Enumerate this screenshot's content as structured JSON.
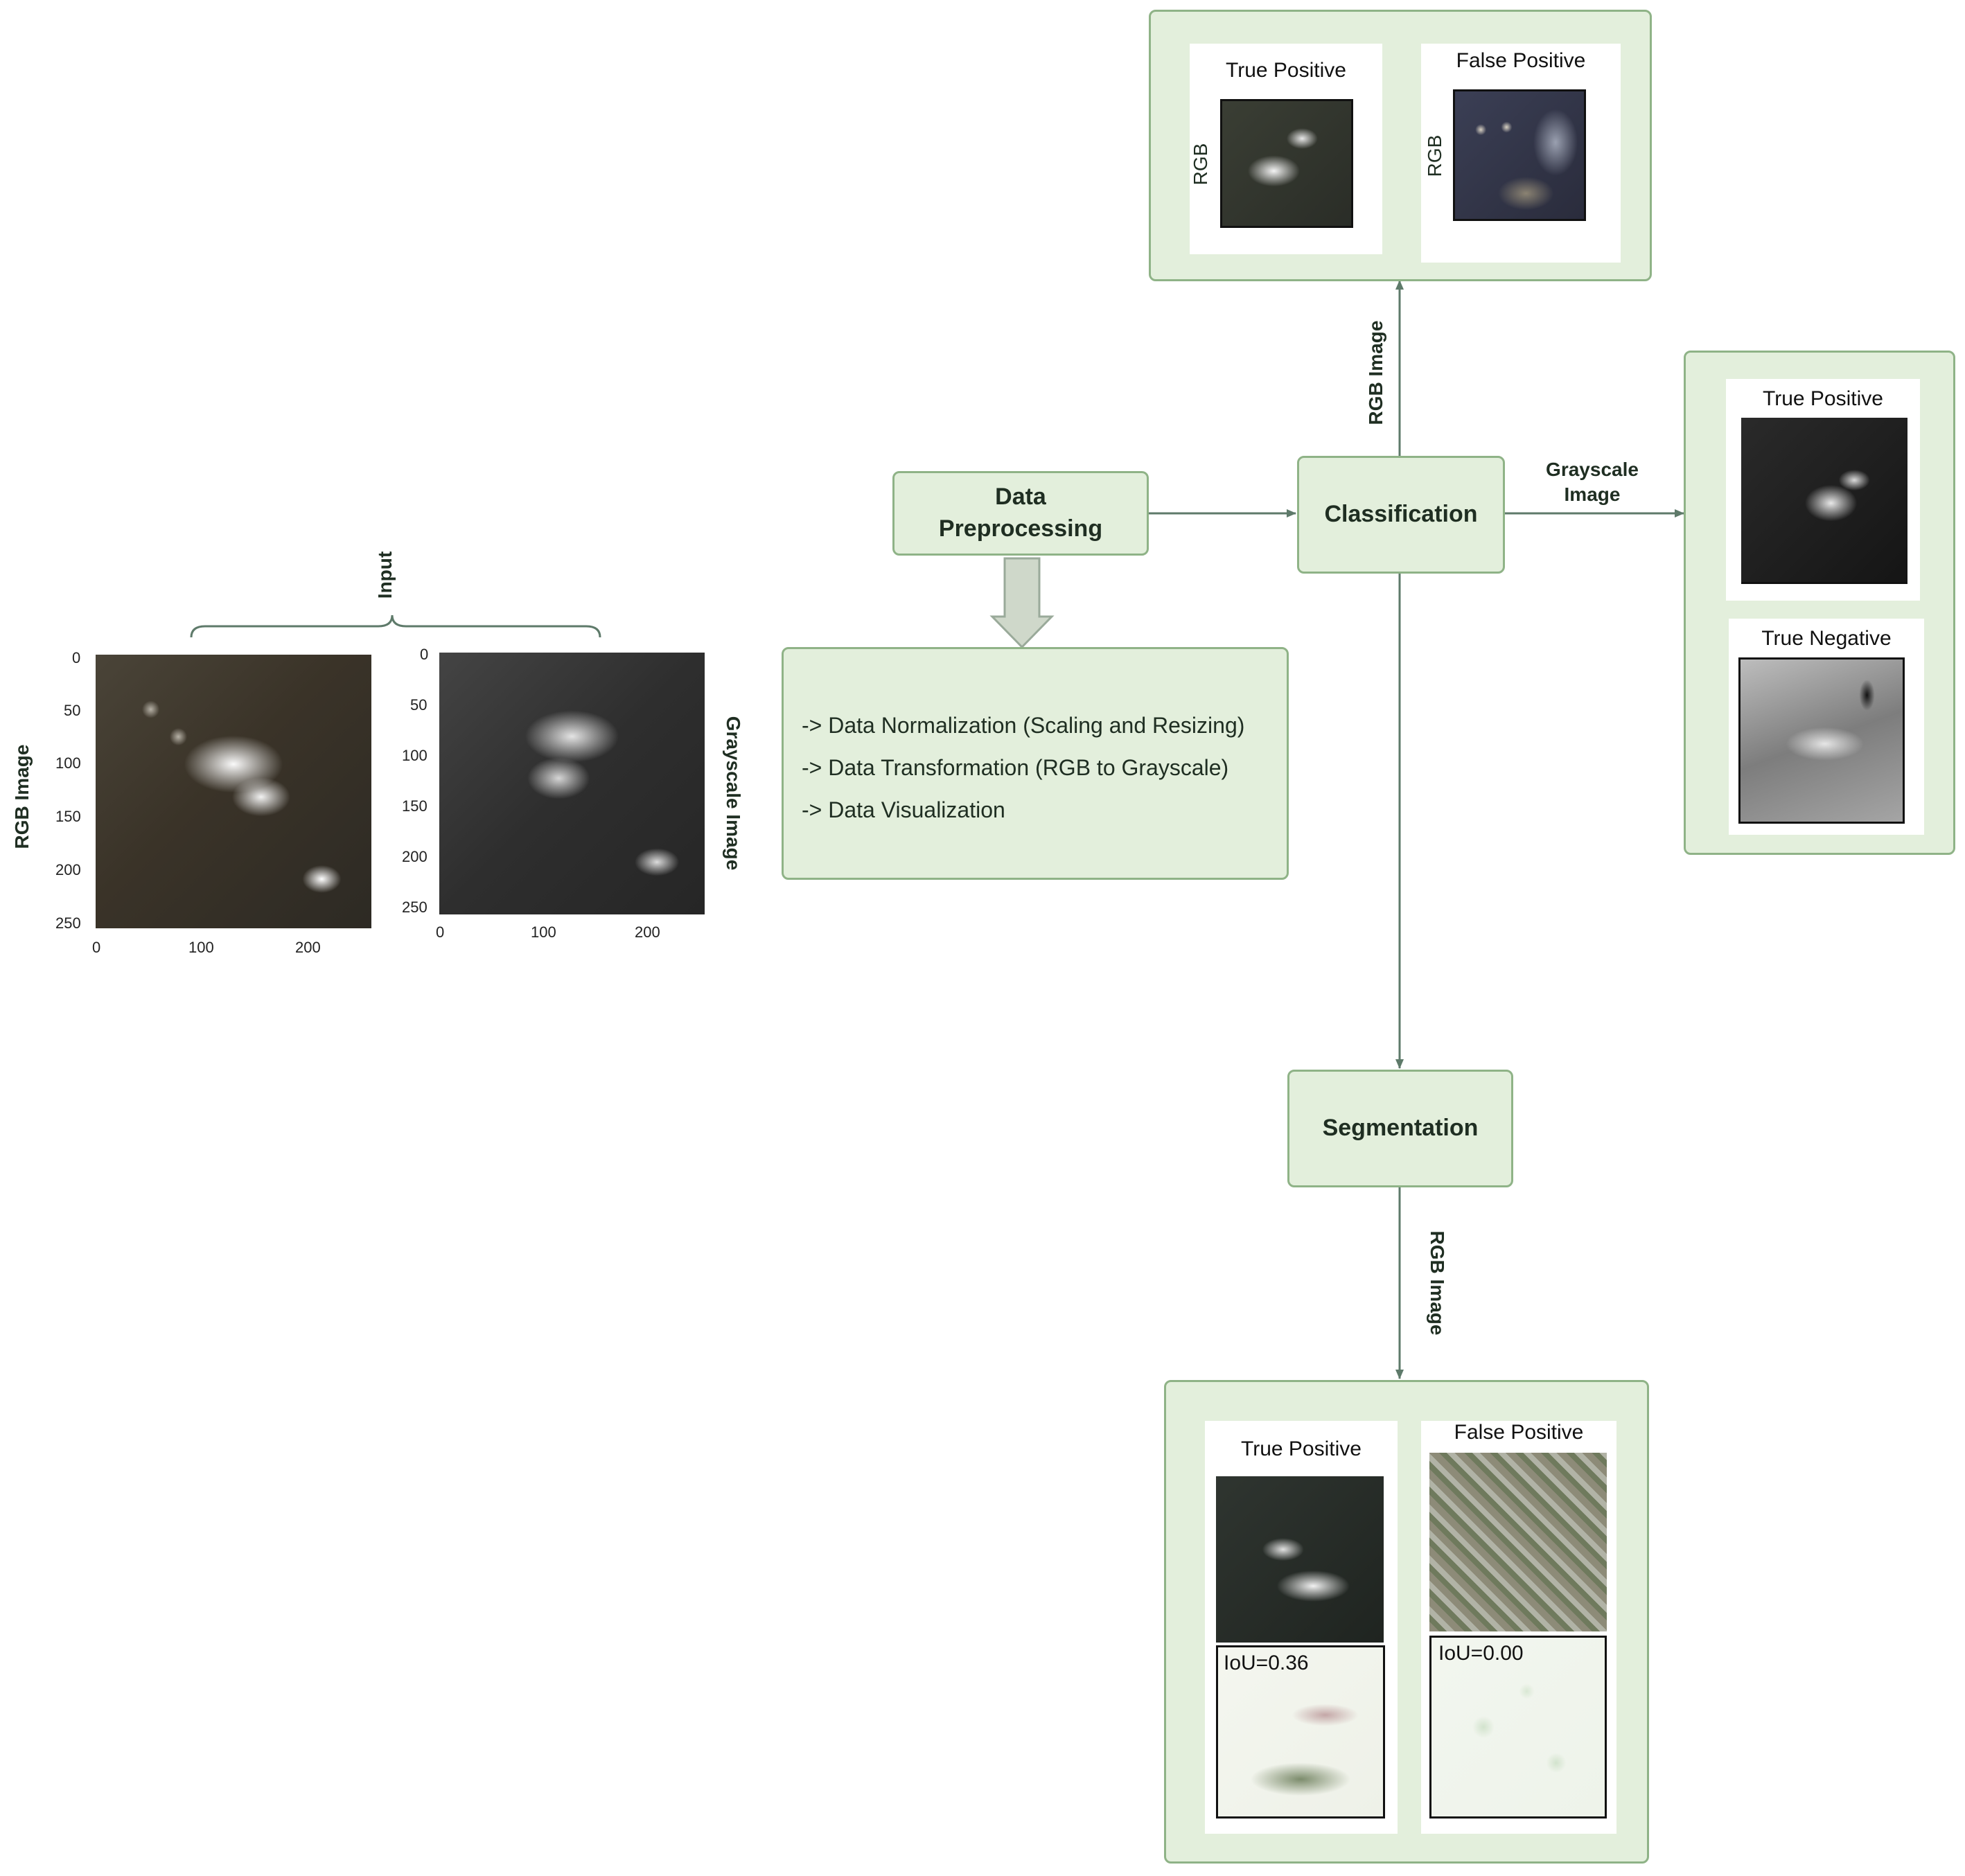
{
  "colors": {
    "box_fill": "#e3efdc",
    "box_border": "#8fb387",
    "arrow": "#5e7a6a"
  },
  "input": {
    "label": "Input",
    "rgb_axis_label": "RGB Image",
    "gray_axis_label": "Grayscale Image",
    "y_ticks": [
      "0",
      "50",
      "100",
      "150",
      "200",
      "250"
    ],
    "x_ticks": [
      "0",
      "100",
      "200"
    ]
  },
  "preprocessing": {
    "title_line1": "Data",
    "title_line2": "Preprocessing",
    "steps": [
      "-> Data Normalization (Scaling and Resizing)",
      "-> Data Transformation (RGB to Grayscale)",
      "-> Data Visualization"
    ]
  },
  "classification": {
    "title": "Classification"
  },
  "segmentation": {
    "title": "Segmentation"
  },
  "edges": {
    "class_to_top": "RGB Image",
    "class_to_right_line1": "Grayscale",
    "class_to_right_line2": "Image",
    "seg_to_bottom": "RGB Image"
  },
  "top_results": {
    "tp_title": "True Positive",
    "fp_title": "False Positive",
    "tp_side": "RGB",
    "fp_side": "RGB"
  },
  "right_results": {
    "tp_title": "True Positive",
    "tn_title": "True Negative"
  },
  "bottom_results": {
    "tp_title": "True Positive",
    "fp_title": "False Positive",
    "tp_iou": "IoU=0.36",
    "fp_iou": "IoU=0.00"
  }
}
